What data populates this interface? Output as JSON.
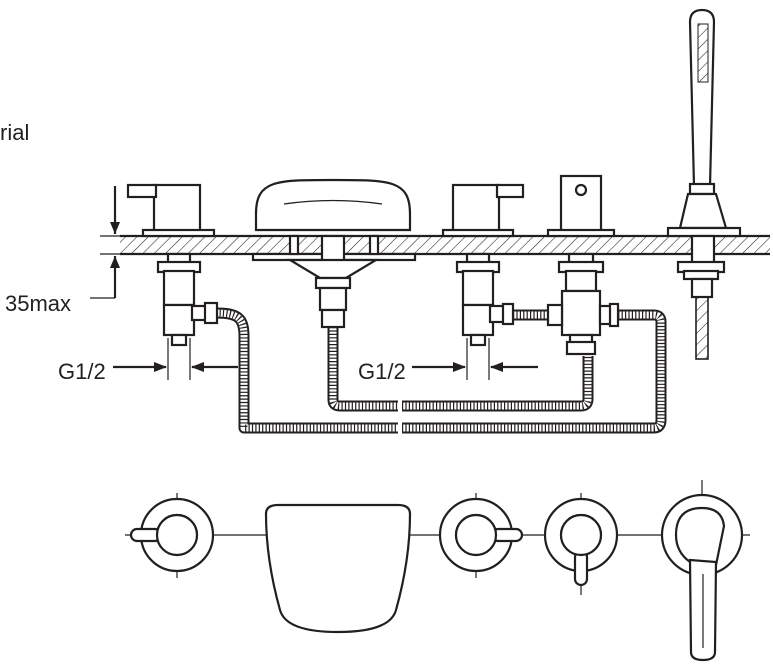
{
  "labels": {
    "material_fragment": "rial",
    "deck_thickness": "35max",
    "thread_left": "G1/2",
    "thread_right": "G1/2"
  },
  "colors": {
    "ink": "#231f20",
    "background": "#ffffff"
  }
}
